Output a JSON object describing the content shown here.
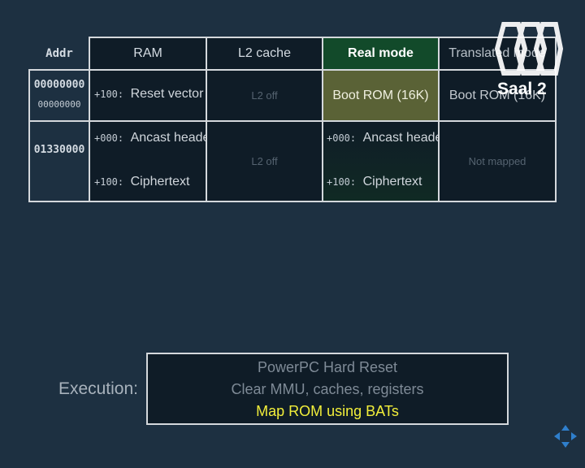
{
  "table": {
    "headers": {
      "addr": "Addr",
      "ram": "RAM",
      "l2": "L2 cache",
      "real": "Real mode",
      "translated": "Translated mode"
    },
    "rows": [
      {
        "addr_main": "00000000",
        "addr_sub": "00000000",
        "ram": [
          {
            "offset": "+100:",
            "label": "Reset vector"
          }
        ],
        "l2": "L2 off",
        "real": "Boot ROM (16K)",
        "translated": "Boot ROM (16K)"
      },
      {
        "addr_main": "01330000",
        "ram": [
          {
            "offset": "+000:",
            "label": "Ancast header"
          },
          {
            "offset": "+100:",
            "label": "Ciphertext"
          }
        ],
        "l2": "L2 off",
        "real": [
          {
            "offset": "+000:",
            "label": "Ancast header"
          },
          {
            "offset": "+100:",
            "label": "Ciphertext"
          }
        ],
        "translated": "Not mapped"
      }
    ]
  },
  "execution": {
    "label": "Execution:",
    "steps": [
      {
        "text": "PowerPC Hard Reset",
        "state": "done"
      },
      {
        "text": "Clear MMU, caches, registers",
        "state": "done"
      },
      {
        "text": "Map ROM using BATs",
        "state": "current"
      }
    ]
  },
  "logo": {
    "text": "Saal 2",
    "icon": "ccc-logo-icon"
  },
  "nav": {
    "icon": "nav-arrows-icon"
  },
  "colors": {
    "background": "#1d3041",
    "cell_dark": "#0f1c27",
    "real_mode_header": "#124a2a",
    "boot_rom_cell": "#5a6236",
    "highlight_text": "#f2ee3a",
    "dim_text": "#7e8a96",
    "nav_accent": "#2f7fcc"
  }
}
